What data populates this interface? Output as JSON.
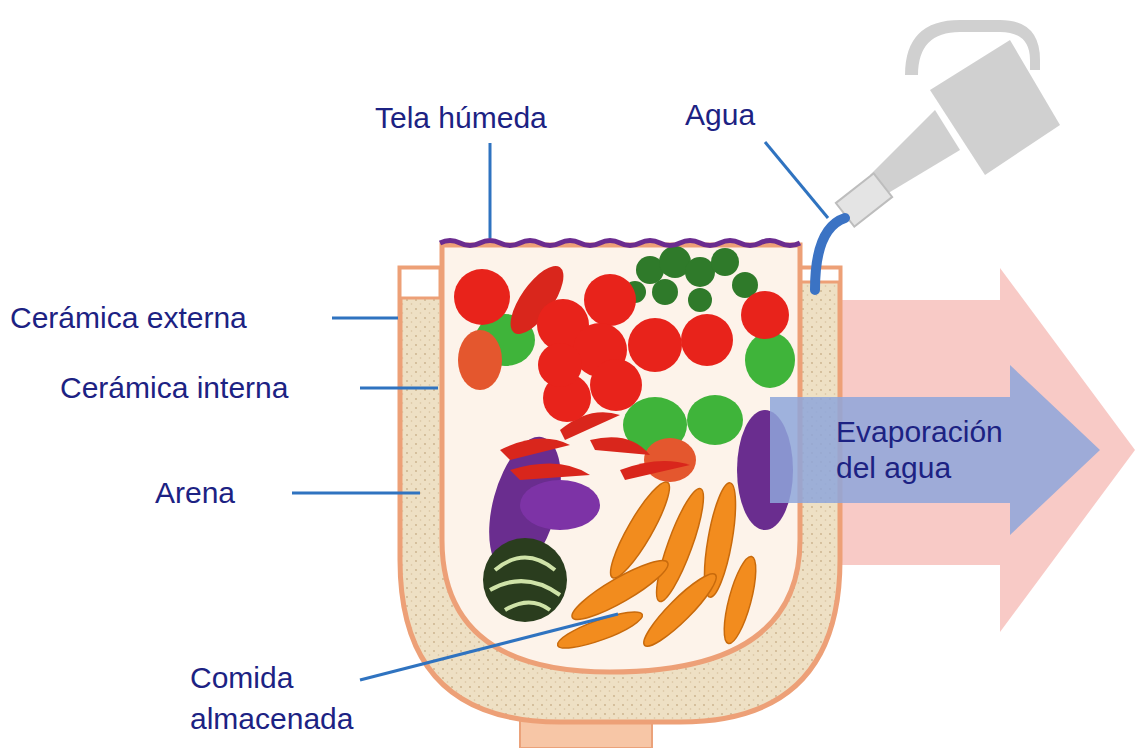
{
  "diagram": {
    "nodes": [
      {
        "text": [
          "Evaporación del agua"
        ]
      }
    ],
    "labels": [
      "Tela húmeda",
      "Agua",
      "Cerámica externa",
      "Cerámica interna",
      "Arena",
      "Comida almacenada"
    ]
  }
}
